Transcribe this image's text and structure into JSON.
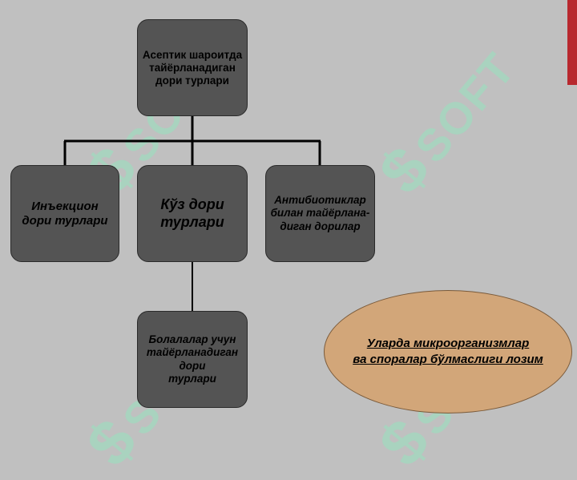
{
  "watermark": {
    "text": "SOFT",
    "logo": "$",
    "color": "#96e1be"
  },
  "accent_bar_color": "#b8282e",
  "diagram": {
    "root": {
      "text": "Асептик шароитда\nтайёрланадиган\nдори турлари"
    },
    "children": [
      {
        "text": "Инъекцион\nдори турлари"
      },
      {
        "text": "Кўз дори\nтурлари"
      },
      {
        "text": "Антибиотиклар\nбилан тайёрлана-\nдиган дорилар"
      }
    ],
    "grandchild": {
      "text": "Болалалар учун\nтайёрланадиган\nдори\nтурлари"
    },
    "note": {
      "text": "Уларда микроорганизмлар \nва споралар бўлмаслиги лозим"
    }
  }
}
